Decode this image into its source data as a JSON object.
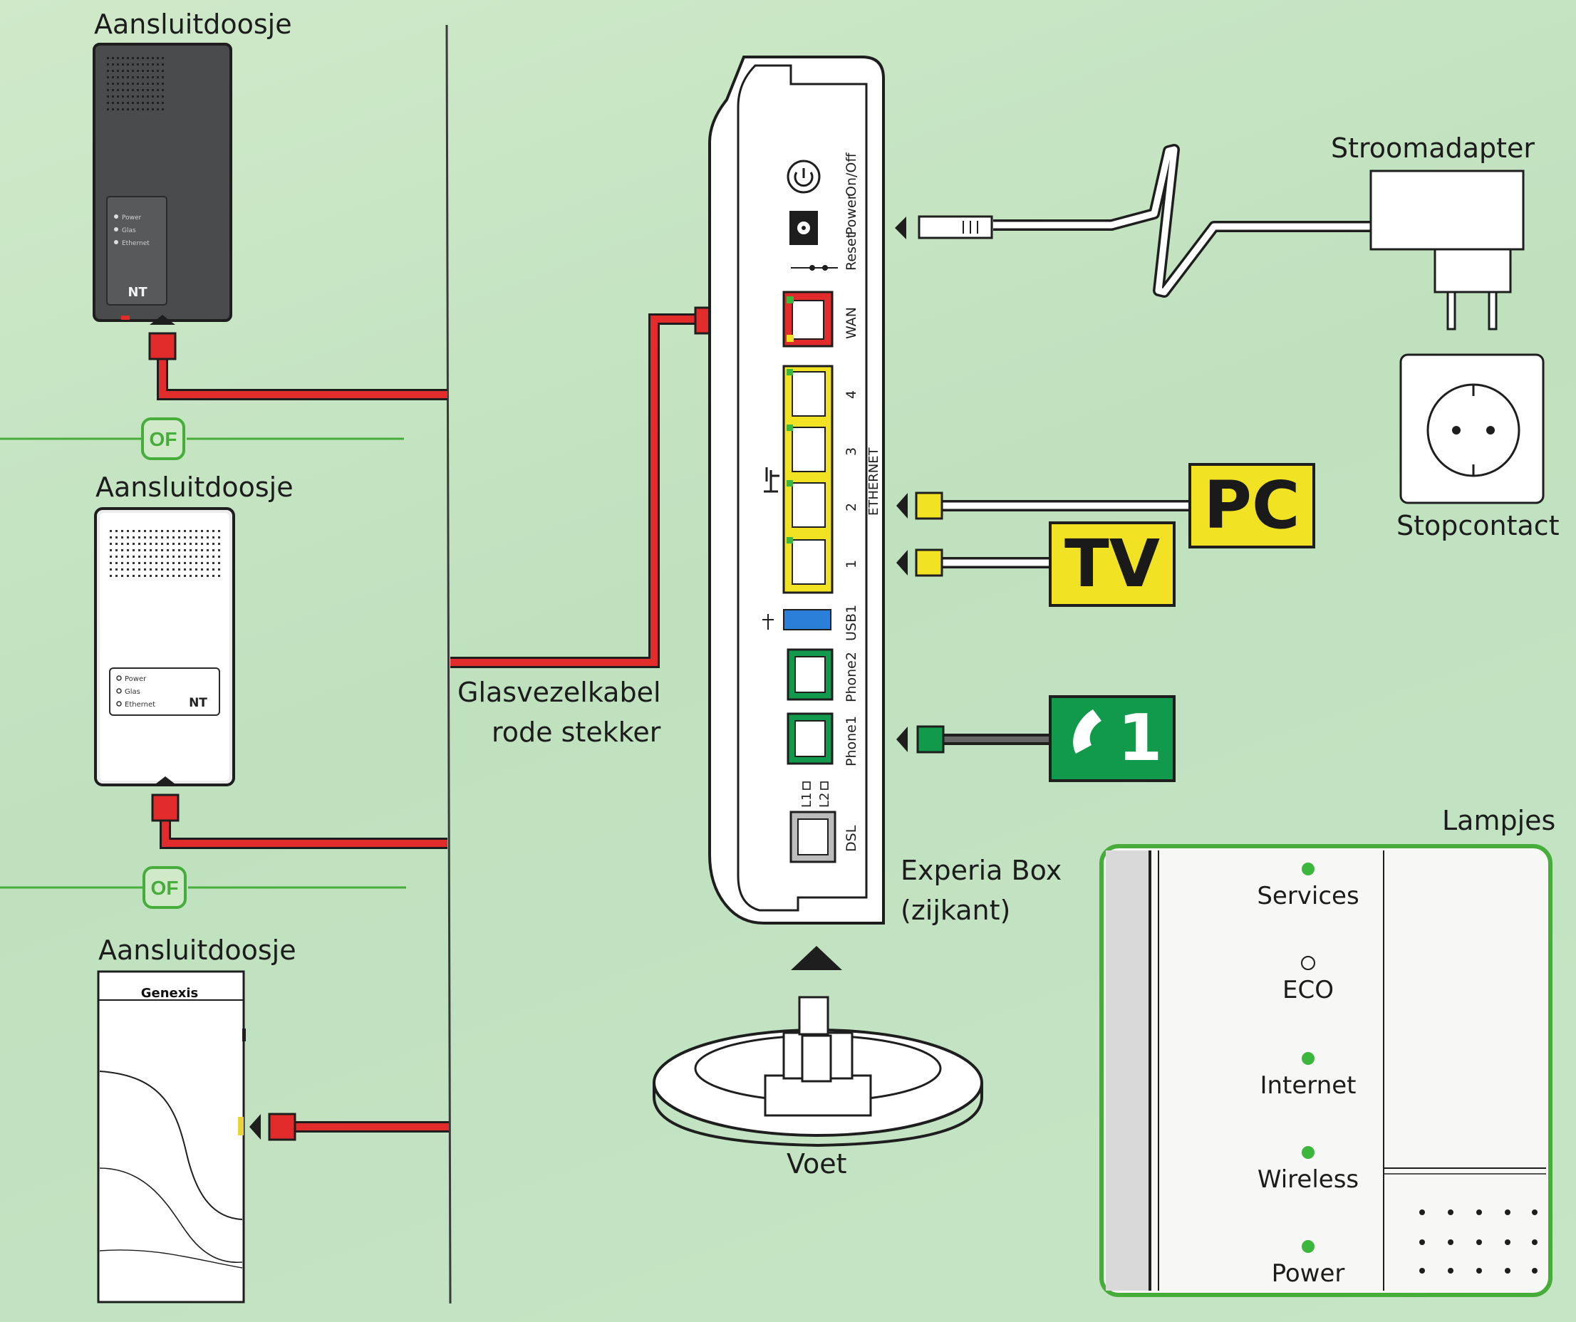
{
  "colors": {
    "background": "#c4e3c2",
    "fiber_cable": "#e22b2b",
    "ethernet_yellow": "#f1e324",
    "phone_green": "#129a4c",
    "led_green": "#3cb63c",
    "box_outline": "#2c2c2c",
    "usb_blue": "#2a7fd8",
    "panel_green_border": "#46ad3a"
  },
  "devices": {
    "box1": {
      "label": "Aansluitdoosje",
      "tag": "NT",
      "leds": [
        "Power",
        "Glas",
        "Ethernet"
      ]
    },
    "box2": {
      "label": "Aansluitdoosje",
      "tag": "NT",
      "leds": [
        "Power",
        "Glas",
        "Ethernet"
      ]
    },
    "box3": {
      "label": "Aansluitdoosje",
      "brand": "Genexis"
    }
  },
  "separators": {
    "or": "OF"
  },
  "cable": {
    "line1": "Glasvezelkabel",
    "line2": "rode stekker"
  },
  "router": {
    "line1": "Experia Box",
    "line2": "(zijkant)",
    "ports": {
      "power_switch": "On/Off",
      "power": "Power",
      "reset": "Reset",
      "wan": "WAN",
      "ethernet": "ETHERNET",
      "eth4": "4",
      "eth3": "3",
      "eth2": "2",
      "eth1": "1",
      "usb": "USB1",
      "phone2": "Phone2",
      "phone1": "Phone1",
      "l1": "L1",
      "l2": "L2",
      "dsl": "DSL"
    }
  },
  "stand": {
    "label": "Voet"
  },
  "adapter": {
    "label": "Stroomadapter"
  },
  "socket": {
    "label": "Stopcontact"
  },
  "targets": {
    "pc": "PC",
    "tv": "TV",
    "phone": "1"
  },
  "lights": {
    "title": "Lampjes",
    "items": [
      {
        "label": "Services",
        "state": "on"
      },
      {
        "label": "ECO",
        "state": "off"
      },
      {
        "label": "Internet",
        "state": "on"
      },
      {
        "label": "Wireless",
        "state": "on"
      },
      {
        "label": "Power",
        "state": "on"
      }
    ]
  }
}
